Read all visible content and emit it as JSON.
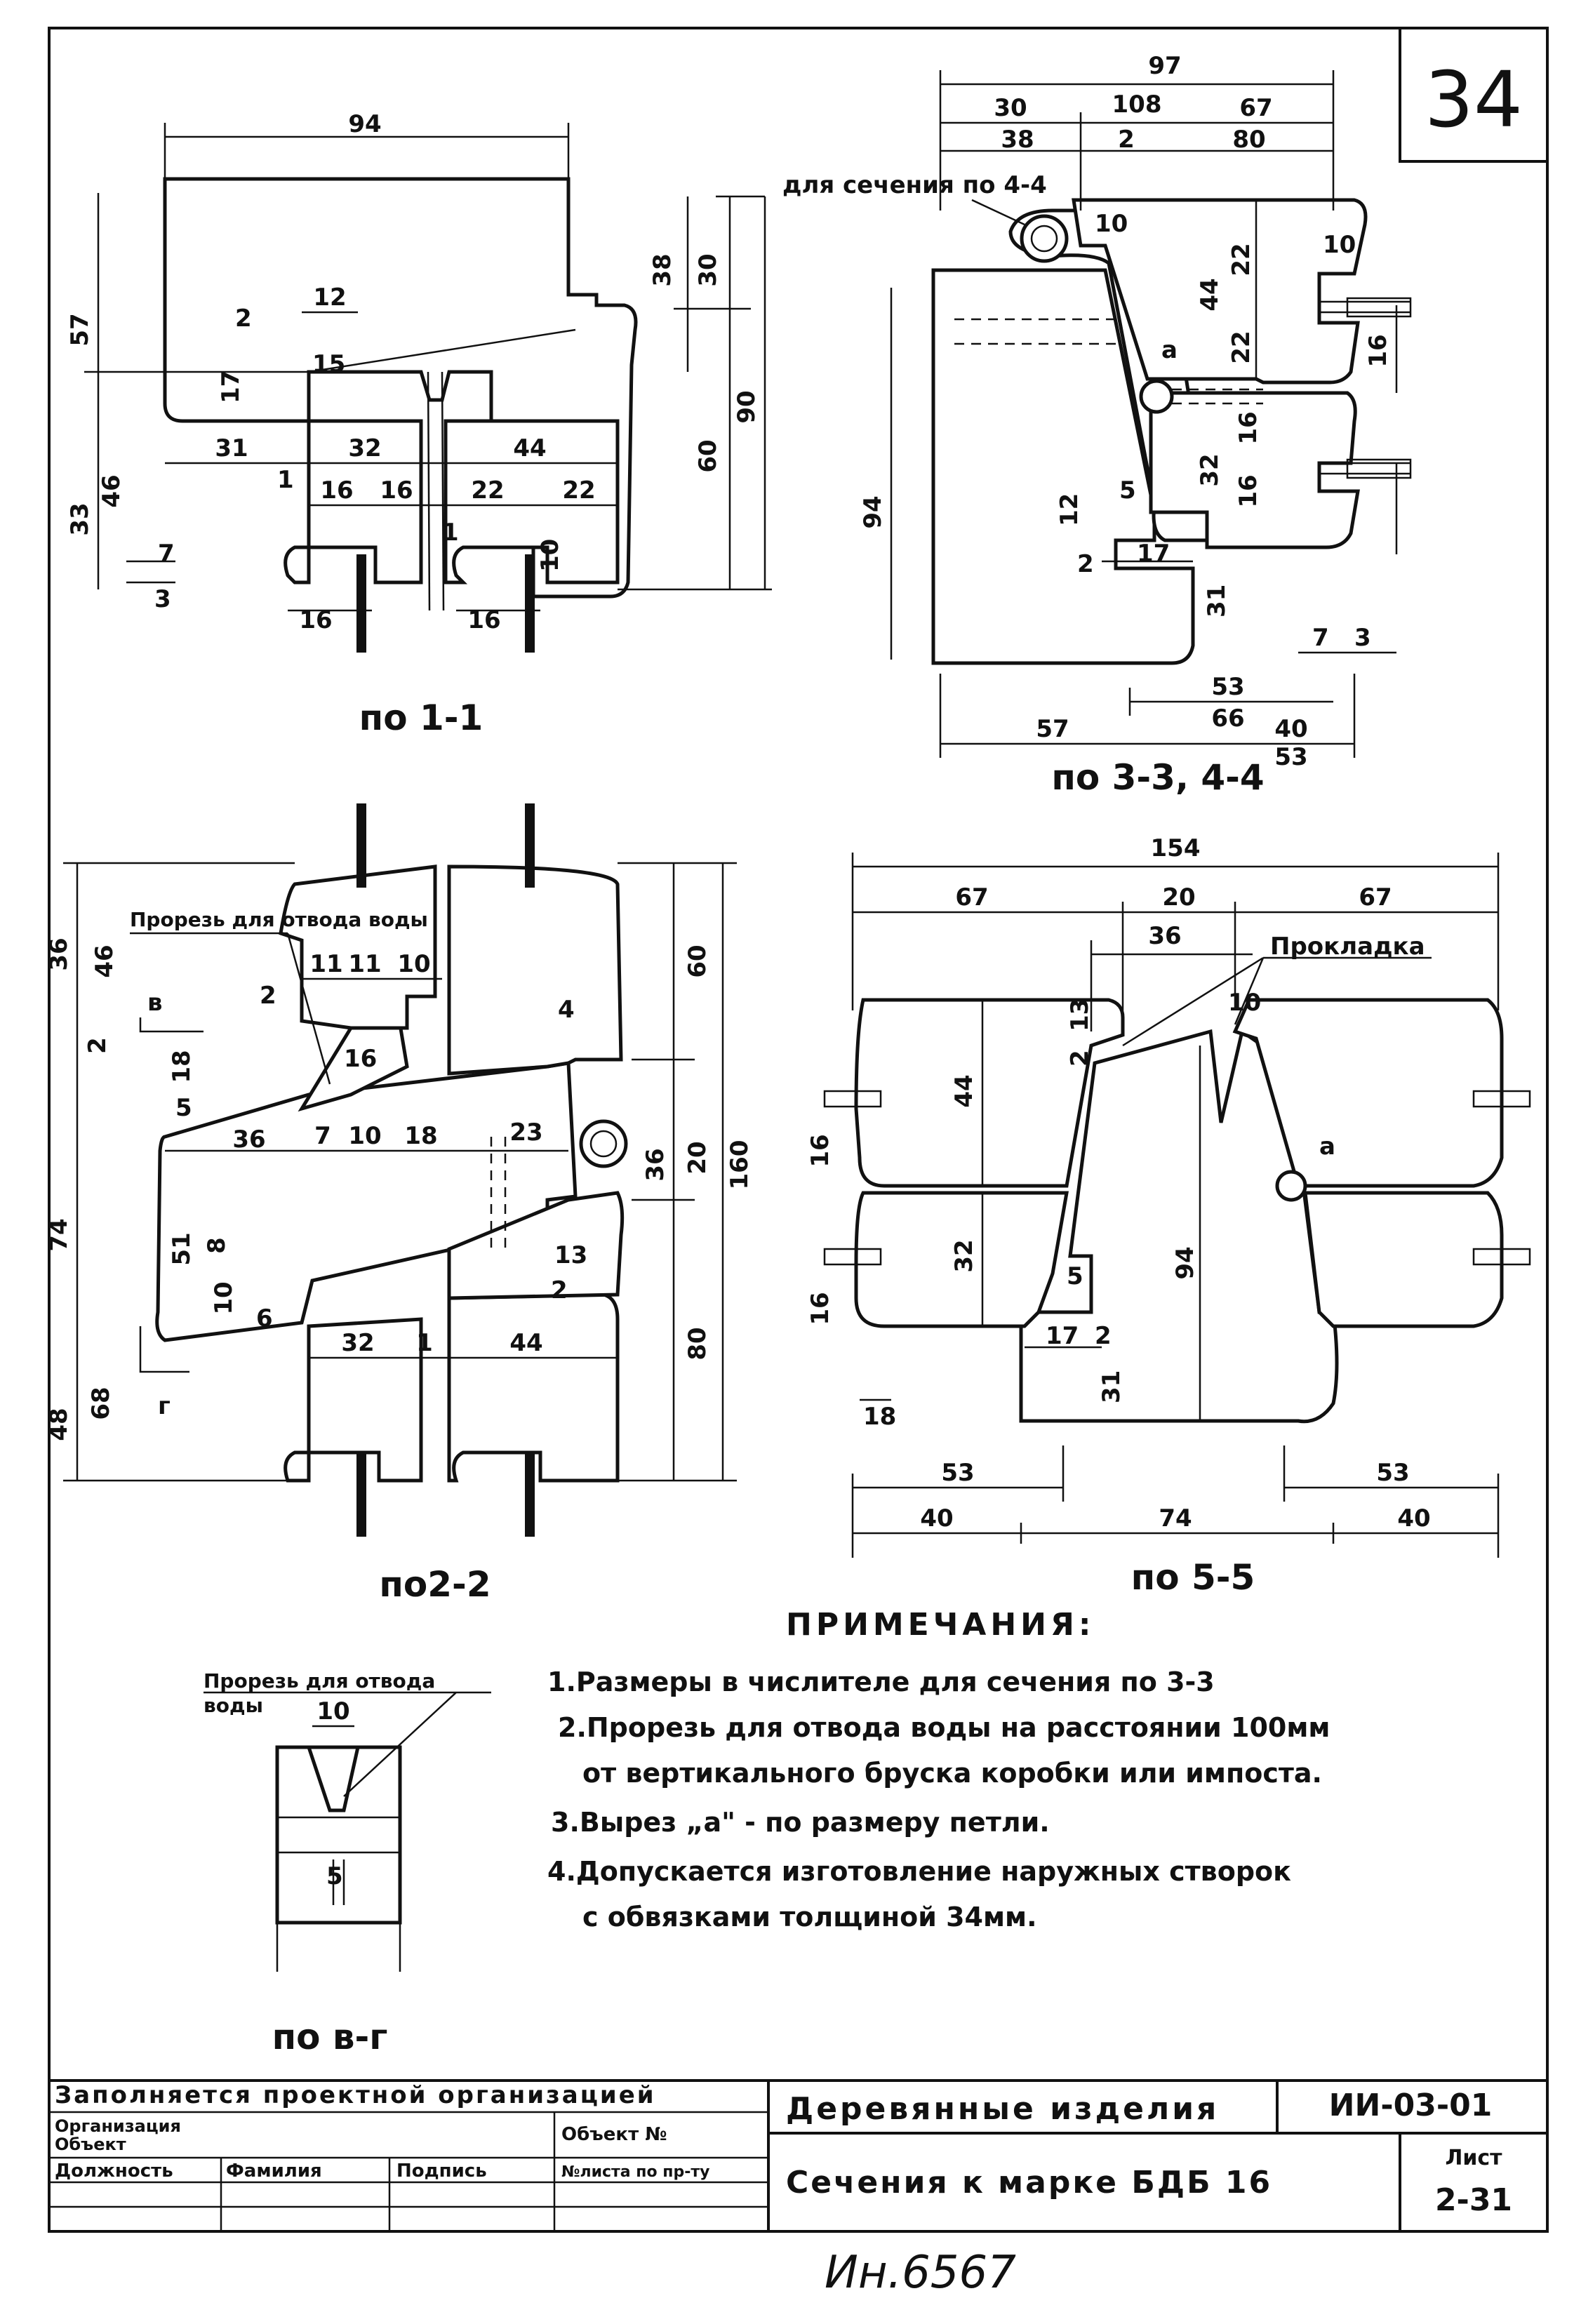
{
  "sheet_number": "34",
  "sections": {
    "s11": {
      "caption": "по 1-1",
      "dims": [
        "94",
        "57",
        "46",
        "33",
        "38",
        "30",
        "60",
        "90",
        "12",
        "2",
        "15",
        "17",
        "31",
        "32",
        "44",
        "16",
        "16",
        "22",
        "22",
        "7",
        "3",
        "10",
        "16",
        "16",
        "1",
        "1"
      ]
    },
    "s33": {
      "caption": "по 3-3, 4-4",
      "label_for_section": "для сечения по 4-4",
      "marker_a": "а",
      "dims": [
        "97",
        "30",
        "108",
        "67",
        "38",
        "2",
        "80",
        "10",
        "22",
        "44",
        "22",
        "10",
        "16",
        "16",
        "32",
        "16",
        "94",
        "5",
        "12",
        "2",
        "17",
        "31",
        "7",
        "3",
        "53",
        "66",
        "40",
        "57",
        "53"
      ]
    },
    "s22": {
      "caption": "по2-2",
      "label_slot": "Прорезь для отвода воды",
      "marker_v": "в",
      "marker_g": "г",
      "dims": [
        "36",
        "46",
        "2",
        "18",
        "5",
        "74",
        "51",
        "8",
        "10",
        "6",
        "48",
        "68",
        "11",
        "11",
        "10",
        "16",
        "36",
        "7",
        "10",
        "18",
        "23",
        "13",
        "2",
        "32",
        "1",
        "44",
        "60",
        "36",
        "20",
        "160",
        "80",
        "4",
        "2"
      ]
    },
    "s55": {
      "caption": "по 5-5",
      "label_gasket": "Прокладка",
      "marker_a": "а",
      "dims": [
        "154",
        "67",
        "20",
        "67",
        "36",
        "10",
        "2",
        "13",
        "44",
        "16",
        "32",
        "16",
        "5",
        "94",
        "17",
        "2",
        "31",
        "18",
        "53",
        "53",
        "40",
        "74",
        "40"
      ]
    },
    "svg_detail": {
      "caption": "по в-г",
      "label": "Прорезь для отвода",
      "label2": "воды",
      "dims": [
        "10",
        "5"
      ]
    }
  },
  "notes": {
    "title": "ПРИМЕЧАНИЯ:",
    "items": [
      "1.Размеры в числителе для сечения по 3-3",
      "2.Прорезь для отвода воды на расстоянии 100мм",
      "от вертикального бруска коробки или импоста.",
      "3.Вырез „а\" - по размеру петли.",
      "4.Допускается изготовление наружных створок",
      "с обвязками толщиной 34мм."
    ]
  },
  "title_block": {
    "filled_by": "Заполняется проектной организацией",
    "organization": "Организация",
    "object": "Объект",
    "position": "Должность",
    "surname": "Фамилия",
    "signature": "Подпись",
    "object_no": "Объект №",
    "sheet_no_label": "№листа по пр-ту",
    "product_group": "Деревянные изделия",
    "series": "ИИ-03-01",
    "drawing_title": "Сечения к марке БДБ 16",
    "sheet_label": "Лист",
    "sheet_value": "2-31"
  },
  "inventory": "Ин.6567"
}
